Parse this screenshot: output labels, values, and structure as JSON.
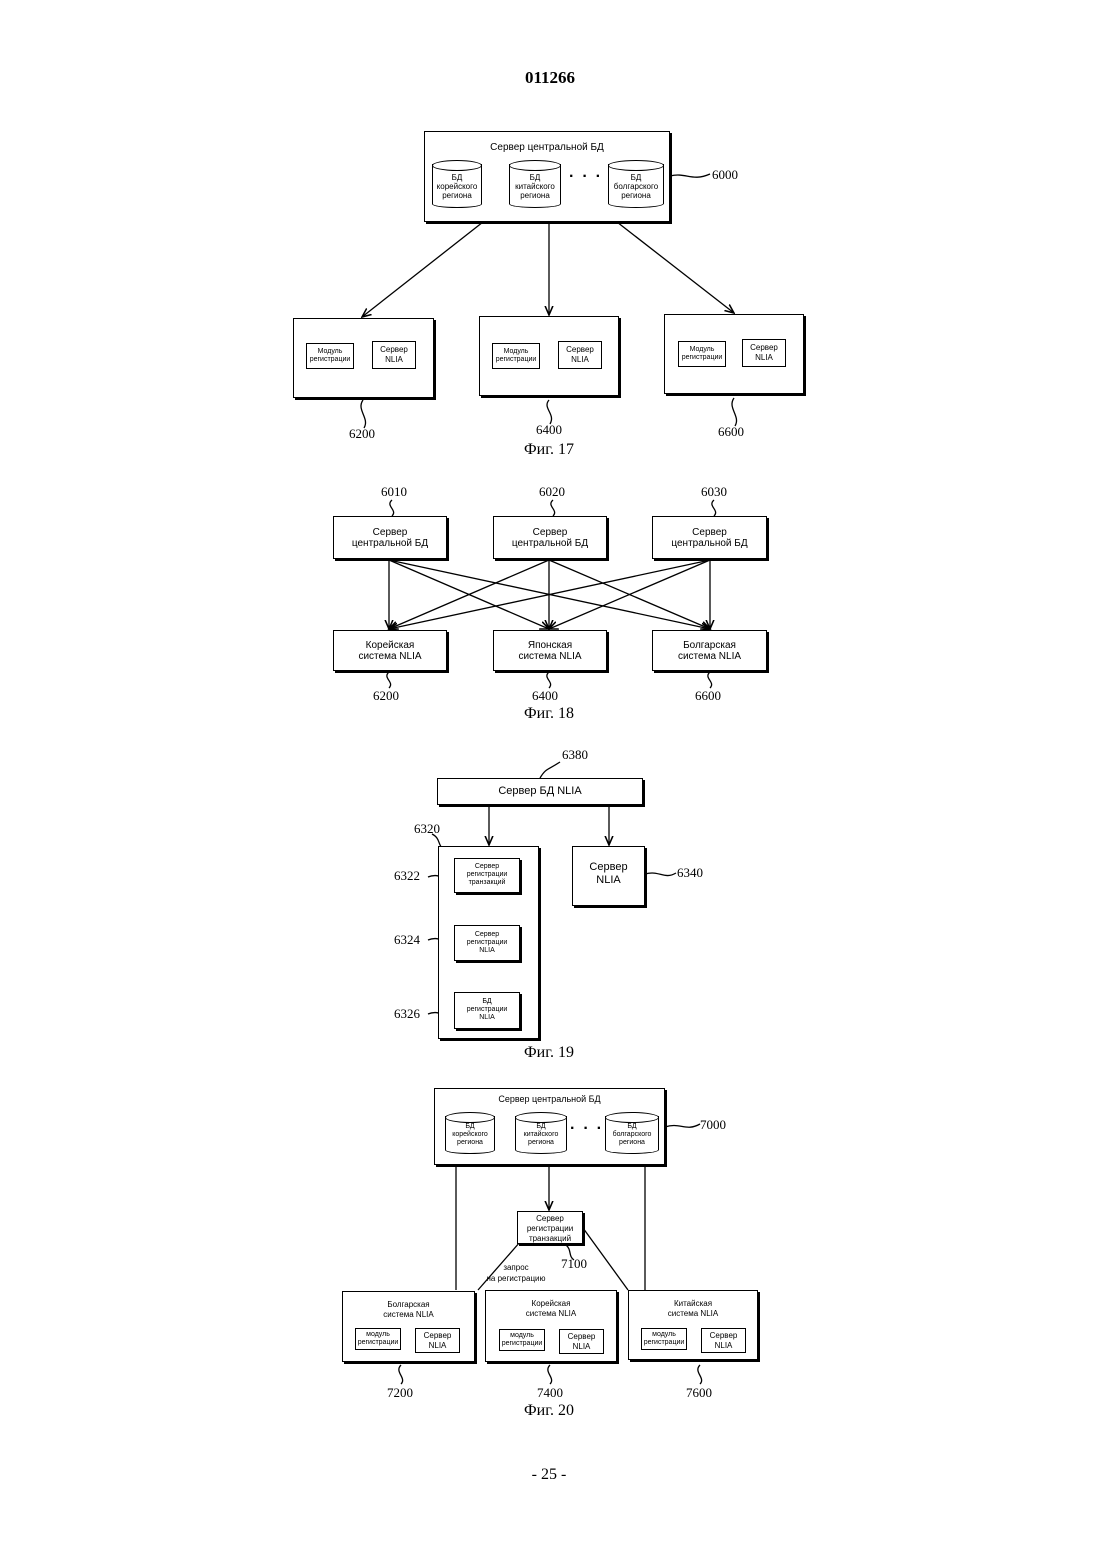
{
  "header": {
    "doc_number": "011266"
  },
  "footer": {
    "page": "- 25 -"
  },
  "fig17": {
    "caption": "Фиг. 17",
    "central": {
      "title": "Сервер центральной БД",
      "ref": "6000",
      "dbs": [
        [
          "БД",
          "корейского",
          "региона"
        ],
        [
          "БД",
          "китайского",
          "региона"
        ],
        [
          "БД",
          "болгарского",
          "региона"
        ]
      ]
    },
    "nodes": [
      {
        "module": [
          "Модуль",
          "регистрации"
        ],
        "server": [
          "Сервер",
          "NLIA"
        ],
        "ref": "6200"
      },
      {
        "module": [
          "Модуль",
          "регистрации"
        ],
        "server": [
          "Сервер",
          "NLIA"
        ],
        "ref": "6400"
      },
      {
        "module": [
          "Модуль",
          "регистрации"
        ],
        "server": [
          "Сервер",
          "NLIA"
        ],
        "ref": "6600"
      }
    ]
  },
  "fig18": {
    "caption": "Фиг. 18",
    "servers": [
      {
        "label": [
          "Сервер",
          "центральной БД"
        ],
        "ref": "6010"
      },
      {
        "label": [
          "Сервер",
          "центральной БД"
        ],
        "ref": "6020"
      },
      {
        "label": [
          "Сервер",
          "центральной БД"
        ],
        "ref": "6030"
      }
    ],
    "systems": [
      {
        "label": [
          "Корейская",
          "система NLIA"
        ],
        "ref": "6200"
      },
      {
        "label": [
          "Японская",
          "система NLIA"
        ],
        "ref": "6400"
      },
      {
        "label": [
          "Болгарская",
          "система NLIA"
        ],
        "ref": "6600"
      }
    ]
  },
  "fig19": {
    "caption": "Фиг. 19",
    "db_server": {
      "label": "Сервер БД NLIA",
      "ref": "6380"
    },
    "group_ref": "6320",
    "inner": [
      {
        "label": [
          "Сервер",
          "регистрации",
          "транзакций"
        ],
        "ref": "6322"
      },
      {
        "label": [
          "Сервер",
          "регистрации",
          "NLIA"
        ],
        "ref": "6324"
      },
      {
        "label": [
          "БД",
          "регистрации",
          "NLIA"
        ],
        "ref": "6326"
      }
    ],
    "nlia_server": {
      "label": [
        "Сервер",
        "NLIA"
      ],
      "ref": "6340"
    }
  },
  "fig20": {
    "caption": "Фиг. 20",
    "central": {
      "title": "Сервер центральной БД",
      "ref": "7000",
      "dbs": [
        [
          "БД",
          "корейского",
          "региона"
        ],
        [
          "БД",
          "китайского",
          "региона"
        ],
        [
          "БД",
          "болгарского",
          "региона"
        ]
      ]
    },
    "tx_server": {
      "label": [
        "Сервер",
        "регистрации",
        "транзакций"
      ],
      "ref": "7100"
    },
    "request": [
      "запрос",
      "на регистрацию"
    ],
    "systems": [
      {
        "title": [
          "Болгарская",
          "система NLIA"
        ],
        "module": [
          "модуль",
          "регистрации"
        ],
        "server": [
          "Сервер",
          "NLIA"
        ],
        "ref": "7200"
      },
      {
        "title": [
          "Корейская",
          "система NLIA"
        ],
        "module": [
          "модуль",
          "регистрации"
        ],
        "server": [
          "Сервер",
          "NLIA"
        ],
        "ref": "7400"
      },
      {
        "title": [
          "Китайская",
          "система NLIA"
        ],
        "module": [
          "модуль",
          "регистрации"
        ],
        "server": [
          "Сервер",
          "NLIA"
        ],
        "ref": "7600"
      }
    ]
  }
}
